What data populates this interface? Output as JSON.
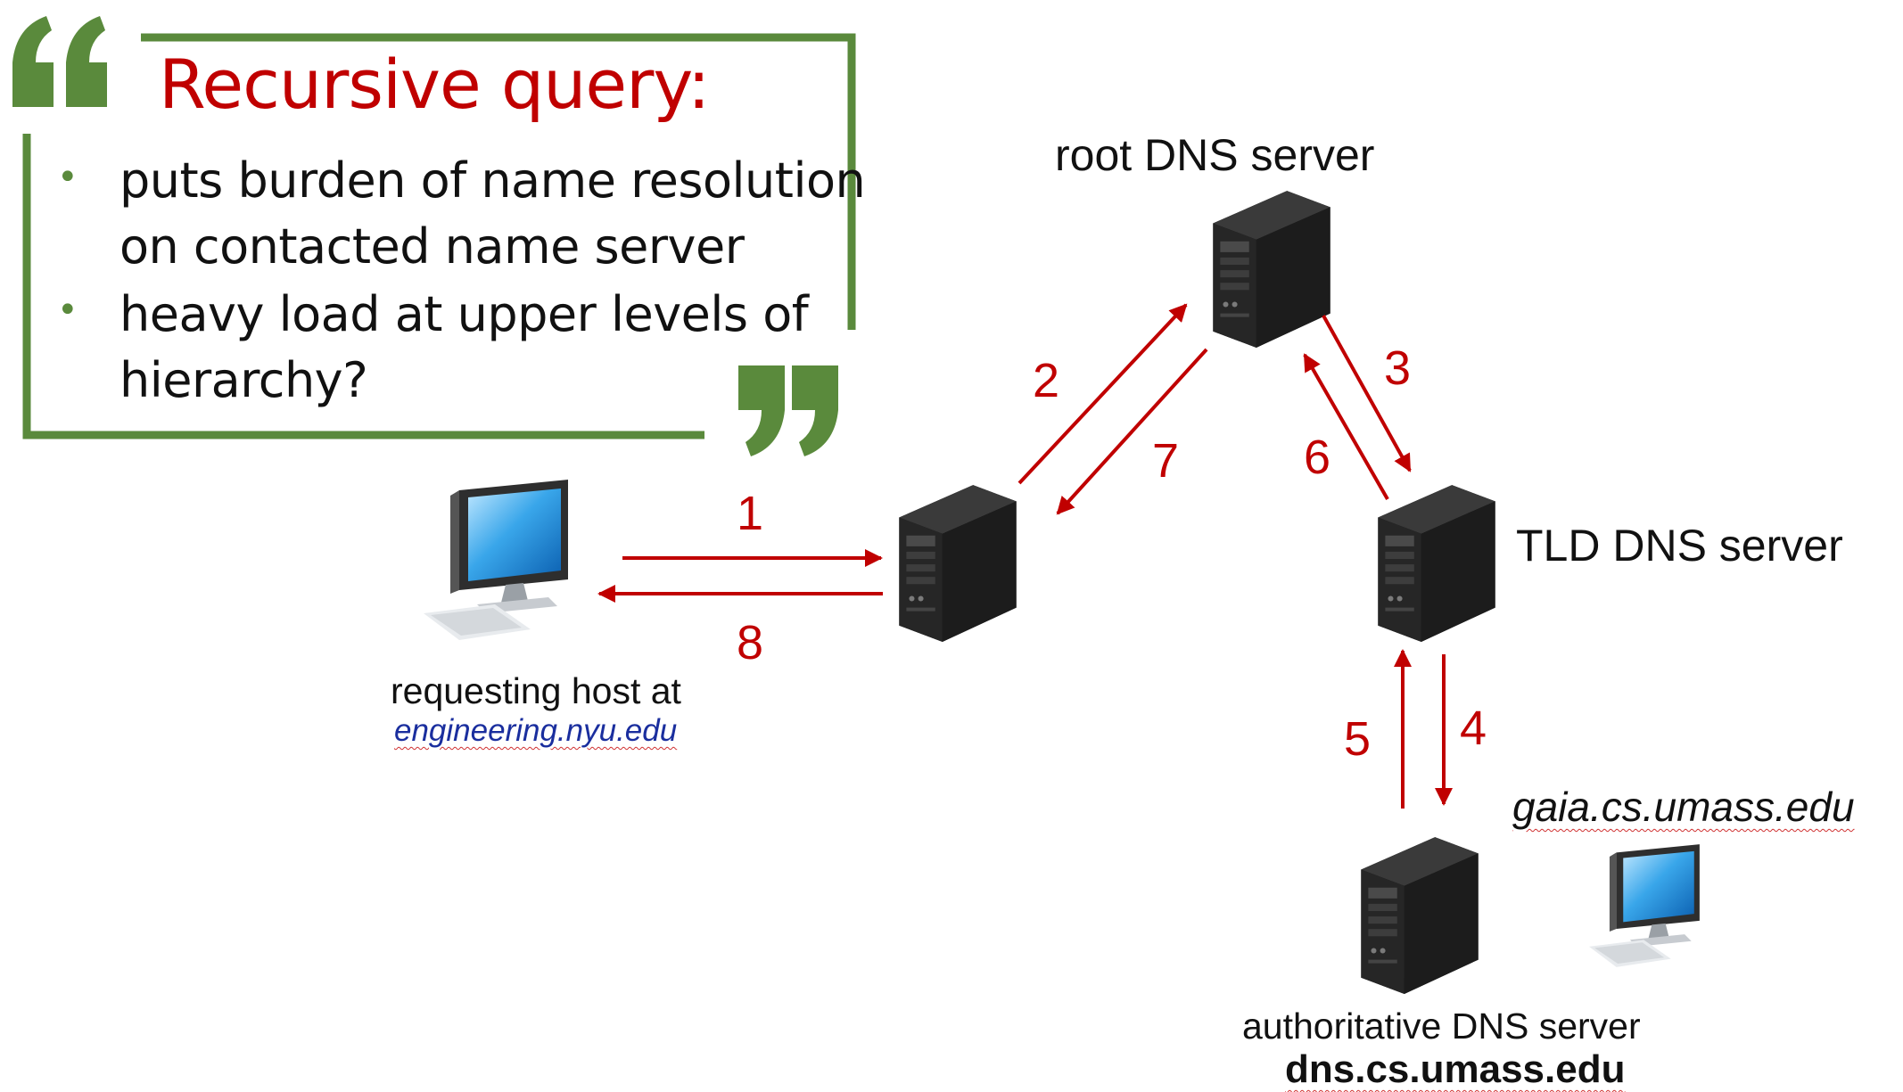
{
  "callout": {
    "title": "Recursive query:",
    "bullets": [
      [
        "puts burden of name resolution",
        "on contacted name server"
      ],
      [
        "heavy load at upper levels of",
        "hierarchy?"
      ]
    ]
  },
  "nodes": {
    "root": "root DNS server",
    "tld": "TLD DNS server",
    "host_label": "requesting host at",
    "host_domain": "engineering.nyu.edu",
    "auth_label": "authoritative DNS server",
    "auth_domain": "dns.cs.umass.edu",
    "target_host": "gaia.cs.umass.edu"
  },
  "steps": [
    "1",
    "2",
    "3",
    "4",
    "5",
    "6",
    "7",
    "8"
  ],
  "colors": {
    "accent_red": "#c00000",
    "frame_green": "#5a8a3c",
    "server_black": "#1b1b1b"
  }
}
